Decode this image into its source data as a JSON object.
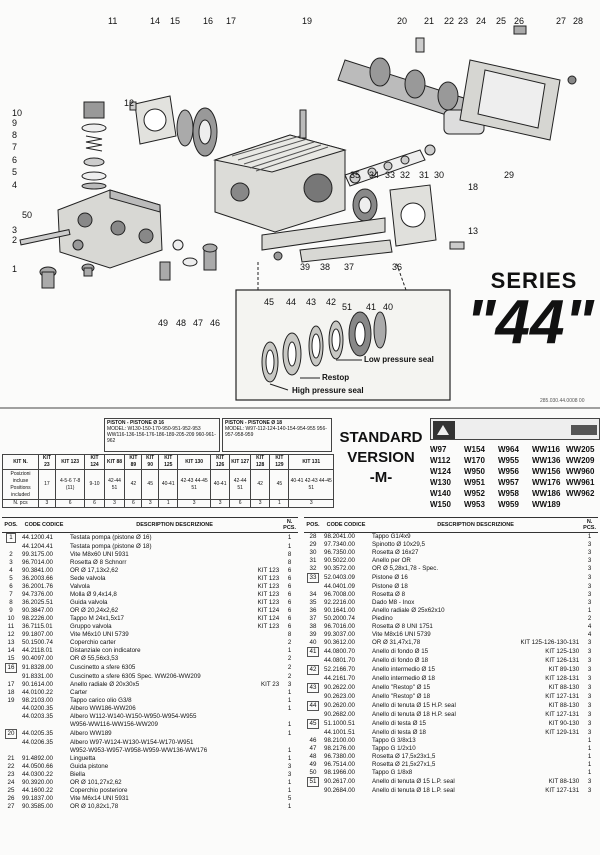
{
  "series": {
    "title": "SERIES",
    "number": "\"44\""
  },
  "page_ref": "285.030.44.0008 00",
  "callouts": [
    "1",
    "2",
    "3",
    "4",
    "5",
    "6",
    "7",
    "8",
    "9",
    "10",
    "11",
    "12",
    "13",
    "14",
    "15",
    "16",
    "17",
    "18",
    "19",
    "20",
    "21",
    "22",
    "23",
    "24",
    "25",
    "26",
    "27",
    "28",
    "29",
    "30",
    "31",
    "32",
    "33",
    "34",
    "35",
    "36",
    "37",
    "38",
    "39",
    "40",
    "41",
    "42",
    "43",
    "44",
    "45",
    "46",
    "47",
    "48",
    "49",
    "50",
    "51"
  ],
  "seals": {
    "low": "Low pressure seal",
    "restop": "Restop",
    "high": "High pressure seal"
  },
  "piston_header": {
    "kit": "KIT N.",
    "pos_included": "Posizioni incluse",
    "positions_included": "Positions included",
    "pcs": "N. pcs"
  },
  "piston_groups": [
    {
      "title": "PISTON - PISTONE Ø 16",
      "models": "MODEL: W130-150-170-950-951-952-953 WW116-136-156-176-186-189-205-209 960-961-962"
    },
    {
      "title": "PISTON - PISTONE Ø 18",
      "models": "MODEL: W97-112-124-140-154-954-955 956-957-958-959"
    }
  ],
  "kit_table": {
    "kits": [
      "KIT 23",
      "KIT 123",
      "KIT 124",
      "KIT 88",
      "KIT 89",
      "KIT 90",
      "KIT 125",
      "KIT 130",
      "KIT 126",
      "KIT 127",
      "KIT 128",
      "KIT 129",
      "KIT 131"
    ],
    "positions": [
      "17",
      "4-5-6 7-8 (11)",
      "9-10",
      "42-44 51",
      "42",
      "45",
      "40-41",
      "42-43 44-45 51",
      "40-41",
      "42-44 51",
      "42",
      "45",
      "40-41 42-43 44-45 51"
    ],
    "pcs": [
      "3",
      "6",
      "6",
      "3",
      "6",
      "3",
      "1",
      "3",
      "3",
      "6",
      "3",
      "1",
      "3"
    ]
  },
  "standard_version": {
    "line1": "STANDARD",
    "line2": "VERSION",
    "line3": "-M-"
  },
  "models": {
    "col1": [
      "W97",
      "W112",
      "W124",
      "W130",
      "W140",
      "W150"
    ],
    "col2": [
      "W154",
      "W170",
      "W950",
      "W951",
      "W952",
      "W953"
    ],
    "col3": [
      "W964",
      "W955",
      "W956",
      "W957",
      "W958",
      "W959"
    ],
    "col4": [
      "WW116",
      "WW136",
      "WW156",
      "WW176",
      "WW186",
      "WW189"
    ],
    "col5": [
      "WW205",
      "WW209",
      "WW960",
      "WW961",
      "WW962",
      ""
    ]
  },
  "list_header": {
    "pos": "POS.",
    "code": "CODE CODICE",
    "desc": "DESCRIPTION DESCRIZIONE",
    "pcs": "N. PCS."
  },
  "left_parts": [
    {
      "pos": "1",
      "code": "44.1200.41",
      "desc": "Testata pompa (pistone Ø 16)",
      "kit": "",
      "pcs": "1",
      "boxed": true
    },
    {
      "pos": "",
      "code": "44.1204.41",
      "desc": "Testata pompa (pistone Ø 18)",
      "kit": "",
      "pcs": "1"
    },
    {
      "pos": "2",
      "code": "99.3175.00",
      "desc": "Vite M8x60 UNI 5931",
      "kit": "",
      "pcs": "8"
    },
    {
      "pos": "3",
      "code": "96.7014.00",
      "desc": "Rosetta Ø 8 Schnorr",
      "kit": "",
      "pcs": "8"
    },
    {
      "pos": "4",
      "code": "90.3841.00",
      "desc": "OR Ø 17,13x2,62",
      "kit": "KIT 123",
      "pcs": "6"
    },
    {
      "pos": "5",
      "code": "36.2003.66",
      "desc": "Sede valvola",
      "kit": "KIT 123",
      "pcs": "6"
    },
    {
      "pos": "6",
      "code": "36.2001.76",
      "desc": "Valvola",
      "kit": "KIT 123",
      "pcs": "6"
    },
    {
      "pos": "7",
      "code": "94.7376.00",
      "desc": "Molla Ø 9,4x14,8",
      "kit": "KIT 123",
      "pcs": "6"
    },
    {
      "pos": "8",
      "code": "36.2025.51",
      "desc": "Guida valvola",
      "kit": "KIT 123",
      "pcs": "6"
    },
    {
      "pos": "9",
      "code": "90.3847.00",
      "desc": "OR Ø 20,24x2,62",
      "kit": "KIT 124",
      "pcs": "6"
    },
    {
      "pos": "10",
      "code": "98.2226.00",
      "desc": "Tappo M 24x1,5x17",
      "kit": "KIT 124",
      "pcs": "6"
    },
    {
      "pos": "11",
      "code": "36.7115.01",
      "desc": "Gruppo valvola",
      "kit": "KIT 123",
      "pcs": "6"
    },
    {
      "pos": "12",
      "code": "99.1807.00",
      "desc": "Vite M6x10 UNI 5739",
      "kit": "",
      "pcs": "8"
    },
    {
      "pos": "13",
      "code": "50.1500.74",
      "desc": "Coperchio carter",
      "kit": "",
      "pcs": "2"
    },
    {
      "pos": "14",
      "code": "44.2118.01",
      "desc": "Distanziale con indicatore",
      "kit": "",
      "pcs": "1"
    },
    {
      "pos": "15",
      "code": "90.4097.00",
      "desc": "OR Ø 55,56x3,53",
      "kit": "",
      "pcs": "2"
    },
    {
      "pos": "16",
      "code": "91.8328.00",
      "desc": "Cuscinetto a sfere 6305",
      "kit": "",
      "pcs": "2",
      "boxed": true
    },
    {
      "pos": "",
      "code": "91.8331.00",
      "desc": "Cuscinetto a sfere 6305 Spec. WW206-WW209",
      "kit": "",
      "pcs": "2"
    },
    {
      "pos": "17",
      "code": "90.1614.00",
      "desc": "Anello radiale Ø 20x30x5",
      "kit": "KIT 23",
      "pcs": "3"
    },
    {
      "pos": "18",
      "code": "44.0100.22",
      "desc": "Carter",
      "kit": "",
      "pcs": "1"
    },
    {
      "pos": "19",
      "code": "98.2103.00",
      "desc": "Tappo carico olio G3/8",
      "kit": "",
      "pcs": "1"
    },
    {
      "pos": "",
      "code": "44.0200.35",
      "desc": "Albero WW186-WW206",
      "kit": "",
      "pcs": "1"
    },
    {
      "pos": "",
      "code": "44.0203.35",
      "desc": "Albero W112-W140-W150-W950-W954-W955",
      "kit": "",
      "pcs": ""
    },
    {
      "pos": "",
      "code": "",
      "desc": "W956-WW116-WW156-WW209",
      "kit": "",
      "pcs": "1"
    },
    {
      "pos": "20",
      "code": "44.0205.35",
      "desc": "Albero WW189",
      "kit": "",
      "pcs": "1",
      "boxed": true
    },
    {
      "pos": "",
      "code": "44.0206.35",
      "desc": "Albero W97-W124-W130-W154-W170-W951",
      "kit": "",
      "pcs": ""
    },
    {
      "pos": "",
      "code": "",
      "desc": "W952-W953-W957-W958-W959-WW136-WW176",
      "kit": "",
      "pcs": "1"
    },
    {
      "pos": "21",
      "code": "91.4892.00",
      "desc": "Linguetta",
      "kit": "",
      "pcs": "1"
    },
    {
      "pos": "22",
      "code": "44.0500.66",
      "desc": "Guida pistone",
      "kit": "",
      "pcs": "3"
    },
    {
      "pos": "23",
      "code": "44.0300.22",
      "desc": "Biella",
      "kit": "",
      "pcs": "3"
    },
    {
      "pos": "24",
      "code": "90.3920.00",
      "desc": "OR Ø 101,27x2,62",
      "kit": "",
      "pcs": "1"
    },
    {
      "pos": "25",
      "code": "44.1600.22",
      "desc": "Coperchio posteriore",
      "kit": "",
      "pcs": "1"
    },
    {
      "pos": "26",
      "code": "99.1837.00",
      "desc": "Vite M6x14 UNI 5931",
      "kit": "",
      "pcs": "5"
    },
    {
      "pos": "27",
      "code": "90.3585.00",
      "desc": "OR Ø 10,82x1,78",
      "kit": "",
      "pcs": "1"
    }
  ],
  "right_parts": [
    {
      "pos": "28",
      "code": "98.2041.00",
      "desc": "Tappo G1/4x9",
      "kit": "",
      "pcs": "1"
    },
    {
      "pos": "29",
      "code": "97.7340.00",
      "desc": "Spinotto Ø 10x29,5",
      "kit": "",
      "pcs": "3"
    },
    {
      "pos": "30",
      "code": "96.7350.00",
      "desc": "Rosetta Ø 16x27",
      "kit": "",
      "pcs": "3"
    },
    {
      "pos": "31",
      "code": "90.5022.00",
      "desc": "Anello per OR",
      "kit": "",
      "pcs": "3"
    },
    {
      "pos": "32",
      "code": "90.3572.00",
      "desc": "OR Ø 5,28x1,78 - Spec.",
      "kit": "",
      "pcs": "3"
    },
    {
      "pos": "33",
      "code": "52.0403.09",
      "desc": "Pistone Ø 16",
      "kit": "",
      "pcs": "3",
      "boxed": true
    },
    {
      "pos": "",
      "code": "44.0401.09",
      "desc": "Pistone Ø 18",
      "kit": "",
      "pcs": "3"
    },
    {
      "pos": "34",
      "code": "96.7008.00",
      "desc": "Rosetta Ø 8",
      "kit": "",
      "pcs": "3"
    },
    {
      "pos": "35",
      "code": "92.2216.00",
      "desc": "Dado M8 - Inox",
      "kit": "",
      "pcs": "3"
    },
    {
      "pos": "36",
      "code": "90.1641.00",
      "desc": "Anello radiale Ø 25x62x10",
      "kit": "",
      "pcs": "1"
    },
    {
      "pos": "37",
      "code": "50.2000.74",
      "desc": "Piedino",
      "kit": "",
      "pcs": "2"
    },
    {
      "pos": "38",
      "code": "96.7016.00",
      "desc": "Rosetta Ø 8 UNI 1751",
      "kit": "",
      "pcs": "4"
    },
    {
      "pos": "39",
      "code": "99.3037.00",
      "desc": "Vite M8x16 UNI 5739",
      "kit": "",
      "pcs": "4"
    },
    {
      "pos": "40",
      "code": "90.3612.00",
      "desc": "OR Ø 31,47x1,78",
      "kit": "KIT 125-126-130-131",
      "pcs": "3"
    },
    {
      "pos": "41",
      "code": "44.0800.70",
      "desc": "Anello di fondo Ø 15",
      "kit": "KIT 125-130",
      "pcs": "3",
      "boxed": true
    },
    {
      "pos": "",
      "code": "44.0801.70",
      "desc": "Anello di fondo Ø 18",
      "kit": "KIT 126-131",
      "pcs": "3"
    },
    {
      "pos": "42",
      "code": "52.2166.70",
      "desc": "Anello intermedio Ø 15",
      "kit": "KIT 89-130",
      "pcs": "3",
      "boxed": true
    },
    {
      "pos": "",
      "code": "44.2161.70",
      "desc": "Anello intermedio Ø 18",
      "kit": "KIT 128-131",
      "pcs": "3"
    },
    {
      "pos": "43",
      "code": "90.2622.00",
      "desc": "Anello \"Restop\" Ø 15",
      "kit": "KIT 88-130",
      "pcs": "3",
      "boxed": true
    },
    {
      "pos": "",
      "code": "90.2623.00",
      "desc": "Anello \"Restop\" Ø 18",
      "kit": "KIT 127-131",
      "pcs": "3"
    },
    {
      "pos": "44",
      "code": "90.2620.00",
      "desc": "Anello di tenuta Ø 15 H.P. seal",
      "kit": "KIT 88-130",
      "pcs": "3",
      "boxed": true
    },
    {
      "pos": "",
      "code": "90.2682.00",
      "desc": "Anello di tenuta Ø 18 H.P. seal",
      "kit": "KIT 127-131",
      "pcs": "3"
    },
    {
      "pos": "45",
      "code": "51.1000.51",
      "desc": "Anello di testa Ø 15",
      "kit": "KIT 90-130",
      "pcs": "3",
      "boxed": true
    },
    {
      "pos": "",
      "code": "44.1001.51",
      "desc": "Anello di testa Ø 18",
      "kit": "KIT 129-131",
      "pcs": "3"
    },
    {
      "pos": "46",
      "code": "98.2100.00",
      "desc": "Tappo G 3/8x13",
      "kit": "",
      "pcs": "1"
    },
    {
      "pos": "47",
      "code": "98.2176.00",
      "desc": "Tappo G 1/2x10",
      "kit": "",
      "pcs": "1"
    },
    {
      "pos": "48",
      "code": "96.7380.00",
      "desc": "Rosetta Ø 17,5x23x1,5",
      "kit": "",
      "pcs": "1"
    },
    {
      "pos": "49",
      "code": "96.7514.00",
      "desc": "Rosetta Ø 21,5x27x1,5",
      "kit": "",
      "pcs": "1"
    },
    {
      "pos": "50",
      "code": "98.1966.00",
      "desc": "Tappo G 1/8x8",
      "kit": "",
      "pcs": "1"
    },
    {
      "pos": "51",
      "code": "90.2617.00",
      "desc": "Anello di tenuta Ø 15 L.P. seal",
      "kit": "KIT 88-130",
      "pcs": "3",
      "boxed": true
    },
    {
      "pos": "",
      "code": "90.2684.00",
      "desc": "Anello di tenuta Ø 18 L.P. seal",
      "kit": "KIT 127-131",
      "pcs": "3"
    }
  ]
}
